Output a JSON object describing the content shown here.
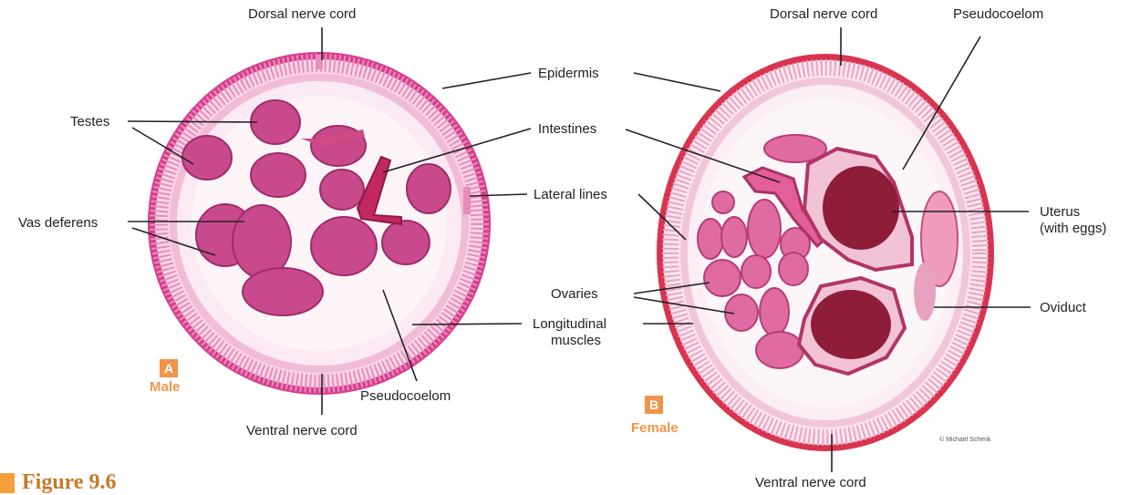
{
  "male": {
    "badge": "A",
    "caption": "Male",
    "labels": {
      "dorsal_nerve_cord": "Dorsal nerve cord",
      "testes": "Testes",
      "vas_deferens": "Vas deferens",
      "pseudocoelom": "Pseudocoelom",
      "ventral_nerve_cord": "Ventral nerve cord"
    }
  },
  "shared": {
    "epidermis": "Epidermis",
    "intestines": "Intestines",
    "lateral_lines": "Lateral lines",
    "ovaries": "Ovaries",
    "longitudinal_muscles_1": "Longitudinal",
    "longitudinal_muscles_2": "muscles"
  },
  "female": {
    "badge": "B",
    "caption": "Female",
    "labels": {
      "dorsal_nerve_cord": "Dorsal nerve cord",
      "pseudocoelom": "Pseudocoelom",
      "uterus_1": "Uterus",
      "uterus_2": "(with eggs)",
      "oviduct": "Oviduct",
      "ventral_nerve_cord": "Ventral nerve cord"
    },
    "credit": "© Michael Schenk"
  },
  "figure_label": "Figure 9.6",
  "colors": {
    "wall": "#d63f8e",
    "wall_female": "#d9344f",
    "muscle": "#efb5d2",
    "tissue": "#c94a8c",
    "egg": "#8e1d3a",
    "badge": "#f0954a"
  }
}
